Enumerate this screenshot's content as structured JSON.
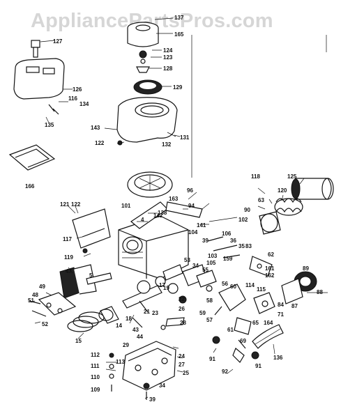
{
  "watermark": "AppliancePartsPros.com",
  "callouts": [
    "127",
    "137",
    "165",
    "124",
    "123",
    "128",
    "129",
    "126",
    "116",
    "134",
    "135",
    "143",
    "122",
    "132",
    "131",
    "166",
    "96",
    "163",
    "125",
    "118",
    "120",
    "63",
    "90",
    "121",
    "122",
    "101",
    "138",
    "94",
    "4",
    "142",
    "141",
    "102",
    "117",
    "106",
    "104",
    "36",
    "35",
    "83",
    "119",
    "39",
    "103",
    "62",
    "159",
    "53",
    "105",
    "34",
    "55",
    "161",
    "162",
    "89",
    "47",
    "5",
    "49",
    "48",
    "51",
    "52",
    "18",
    "17",
    "23",
    "19",
    "58",
    "56",
    "114",
    "115",
    "60",
    "59",
    "88",
    "87",
    "84",
    "71",
    "164",
    "65",
    "57",
    "61",
    "69",
    "136",
    "91",
    "92",
    "91",
    "22",
    "26",
    "28",
    "21",
    "14",
    "15",
    "44",
    "43",
    "29",
    "27",
    "24",
    "25",
    "112",
    "113",
    "111",
    "110",
    "109",
    "34",
    "39"
  ]
}
